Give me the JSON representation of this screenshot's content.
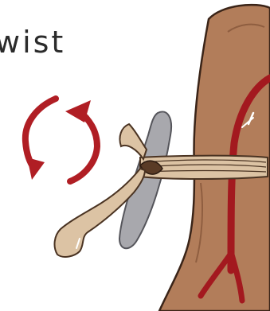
{
  "caption": {
    "text": "wist"
  },
  "colors": {
    "arm_skin": "#b27d5a",
    "arm_outline": "#3a2418",
    "artery": "#a3191f",
    "rotation_arrows": "#b01e24",
    "tourniquet_cloth": "#dcc3a4",
    "windlass_stick": "#a8a8ad",
    "background": "#ffffff"
  },
  "icons": {
    "rotation": "circular-rotation-arrows-icon",
    "tourniquet": "tourniquet-cloth",
    "windlass": "windlass-stick",
    "limb": "arm-limb",
    "artery": "artery-vessel"
  }
}
